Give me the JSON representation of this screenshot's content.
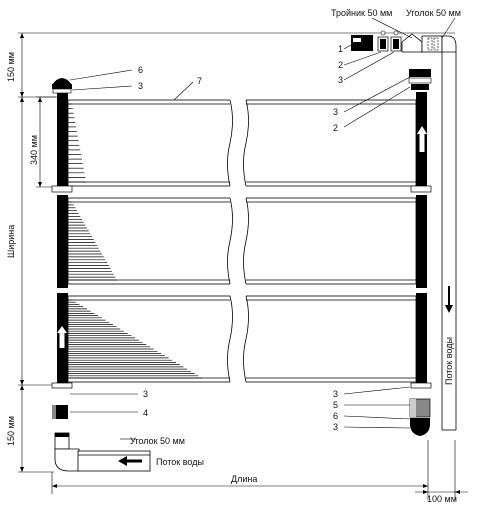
{
  "title_tee": "Тройник 50 мм",
  "title_elbow_top": "Уголок 50 мм",
  "label_elbow_bottom": "Уголок 50 мм",
  "label_flow_bottom": "Поток воды",
  "label_flow_right": "Поток воды",
  "dim_150_top": "150 мм",
  "dim_150_bottom": "150 мм",
  "dim_340": "340 мм",
  "dim_width": "Ширина",
  "dim_length": "Длина",
  "dim_100": "100 мм",
  "callouts": {
    "c1": "1",
    "c2a": "2",
    "c3a": "3",
    "c6a": "6",
    "c3b": "3",
    "c7": "7",
    "c3c": "3",
    "c2b": "2",
    "c3d": "3",
    "c4": "4",
    "c3e": "3",
    "c5": "5",
    "c6b": "6",
    "c3f": "3"
  }
}
